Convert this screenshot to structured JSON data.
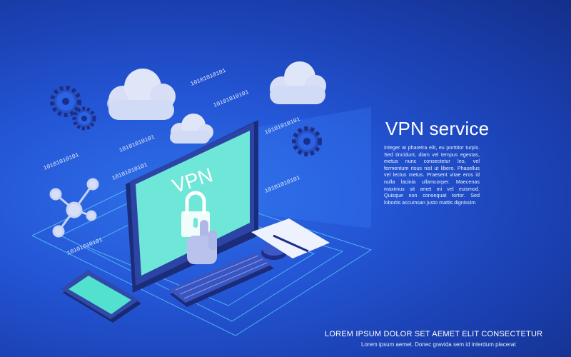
{
  "hero": {
    "title": "VPN service",
    "body": "Integer at pharetra elit, eu porttitor turpis. Sed tincidunt, diam vel tempus egestas, metus nunc consectetur leo, vel fermentum risus nisl ut libero. Phasellus vel lectus metus. Praesent vitae eros id nulla lacinia ullamcorper. Maecenas maximus sit amet mi vel euismod. Quisque non consequat tortor. Sed lobortis accumsan justo mattis dignissim"
  },
  "illustration": {
    "screen_label": "VPN",
    "binary_text": "10101010101"
  },
  "footer": {
    "headline": "LOREM IPSUM DOLOR SET AEMET ELIT CONSECTETUR",
    "subline": "Lorem ipsum aemet. Donec gravida sem id interdum placerat"
  },
  "colors": {
    "background": "#2456d6",
    "screen": "#5fe3d2",
    "cloud": "#d7def5",
    "text": "#ffffff"
  }
}
